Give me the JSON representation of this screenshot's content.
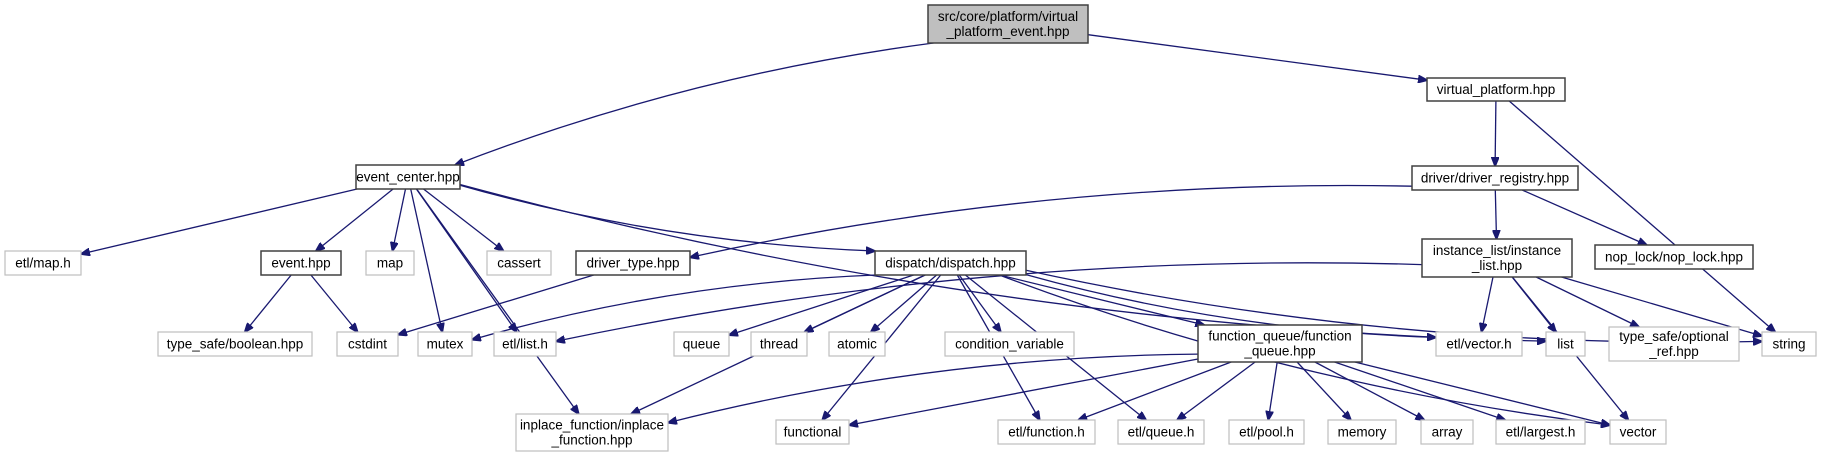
{
  "title": "Include dependency graph for virtual_platform_event.hpp",
  "colors": {
    "edge": "#191970",
    "root_fill": "#bfbfbf",
    "local_border": "#404040",
    "external_border": "#bfbfbf"
  },
  "nodes": [
    {
      "id": "root",
      "kind": "root",
      "lines": [
        "src/core/platform/virtual",
        "_platform_event.hpp"
      ]
    },
    {
      "id": "virtual_platform",
      "kind": "local",
      "lines": [
        "virtual_platform.hpp"
      ]
    },
    {
      "id": "event_center",
      "kind": "local",
      "lines": [
        "event_center.hpp"
      ]
    },
    {
      "id": "driver_registry",
      "kind": "local",
      "lines": [
        "driver/driver_registry.hpp"
      ]
    },
    {
      "id": "etl_map",
      "kind": "external",
      "lines": [
        "etl/map.h"
      ]
    },
    {
      "id": "event",
      "kind": "local",
      "lines": [
        "event.hpp"
      ]
    },
    {
      "id": "map",
      "kind": "external",
      "lines": [
        "map"
      ]
    },
    {
      "id": "cassert",
      "kind": "external",
      "lines": [
        "cassert"
      ]
    },
    {
      "id": "driver_type",
      "kind": "local",
      "lines": [
        "driver_type.hpp"
      ]
    },
    {
      "id": "dispatch",
      "kind": "local",
      "lines": [
        "dispatch/dispatch.hpp"
      ]
    },
    {
      "id": "instance_list",
      "kind": "local",
      "lines": [
        "instance_list/instance",
        "_list.hpp"
      ]
    },
    {
      "id": "nop_lock",
      "kind": "local",
      "lines": [
        "nop_lock/nop_lock.hpp"
      ]
    },
    {
      "id": "boolean",
      "kind": "external",
      "lines": [
        "type_safe/boolean.hpp"
      ]
    },
    {
      "id": "cstdint",
      "kind": "external",
      "lines": [
        "cstdint"
      ]
    },
    {
      "id": "mutex",
      "kind": "external",
      "lines": [
        "mutex"
      ]
    },
    {
      "id": "etl_list",
      "kind": "external",
      "lines": [
        "etl/list.h"
      ]
    },
    {
      "id": "queue",
      "kind": "external",
      "lines": [
        "queue"
      ]
    },
    {
      "id": "thread",
      "kind": "external",
      "lines": [
        "thread"
      ]
    },
    {
      "id": "atomic",
      "kind": "external",
      "lines": [
        "atomic"
      ]
    },
    {
      "id": "condition_variable",
      "kind": "external",
      "lines": [
        "condition_variable"
      ]
    },
    {
      "id": "function_queue",
      "kind": "local",
      "lines": [
        "function_queue/function",
        "_queue.hpp"
      ]
    },
    {
      "id": "etl_vector",
      "kind": "external",
      "lines": [
        "etl/vector.h"
      ]
    },
    {
      "id": "list",
      "kind": "external",
      "lines": [
        "list"
      ]
    },
    {
      "id": "optional_ref",
      "kind": "external",
      "lines": [
        "type_safe/optional",
        "_ref.hpp"
      ]
    },
    {
      "id": "string",
      "kind": "external",
      "lines": [
        "string"
      ]
    },
    {
      "id": "inplace_function",
      "kind": "external",
      "lines": [
        "inplace_function/inplace",
        "_function.hpp"
      ]
    },
    {
      "id": "functional",
      "kind": "external",
      "lines": [
        "functional"
      ]
    },
    {
      "id": "etl_function",
      "kind": "external",
      "lines": [
        "etl/function.h"
      ]
    },
    {
      "id": "etl_queue",
      "kind": "external",
      "lines": [
        "etl/queue.h"
      ]
    },
    {
      "id": "etl_pool",
      "kind": "external",
      "lines": [
        "etl/pool.h"
      ]
    },
    {
      "id": "memory",
      "kind": "external",
      "lines": [
        "memory"
      ]
    },
    {
      "id": "array",
      "kind": "external",
      "lines": [
        "array"
      ]
    },
    {
      "id": "etl_largest",
      "kind": "external",
      "lines": [
        "etl/largest.h"
      ]
    },
    {
      "id": "vector",
      "kind": "external",
      "lines": [
        "vector"
      ]
    }
  ],
  "edges": [
    [
      "root",
      "event_center"
    ],
    [
      "root",
      "virtual_platform"
    ],
    [
      "virtual_platform",
      "driver_registry"
    ],
    [
      "virtual_platform",
      "string"
    ],
    [
      "event_center",
      "etl_map"
    ],
    [
      "event_center",
      "inplace_function"
    ],
    [
      "event_center",
      "event"
    ],
    [
      "event_center",
      "map"
    ],
    [
      "event_center",
      "mutex"
    ],
    [
      "event_center",
      "cassert"
    ],
    [
      "event_center",
      "etl_list"
    ],
    [
      "event_center",
      "dispatch"
    ],
    [
      "event_center",
      "list"
    ],
    [
      "driver_registry",
      "driver_type"
    ],
    [
      "driver_registry",
      "instance_list"
    ],
    [
      "driver_registry",
      "nop_lock"
    ],
    [
      "event",
      "boolean"
    ],
    [
      "event",
      "cstdint"
    ],
    [
      "driver_type",
      "cstdint"
    ],
    [
      "dispatch",
      "mutex"
    ],
    [
      "dispatch",
      "inplace_function"
    ],
    [
      "dispatch",
      "functional"
    ],
    [
      "dispatch",
      "queue"
    ],
    [
      "dispatch",
      "thread"
    ],
    [
      "dispatch",
      "atomic"
    ],
    [
      "dispatch",
      "condition_variable"
    ],
    [
      "dispatch",
      "function_queue"
    ],
    [
      "dispatch",
      "etl_function"
    ],
    [
      "dispatch",
      "etl_queue"
    ],
    [
      "dispatch",
      "etl_vector"
    ],
    [
      "dispatch",
      "vector"
    ],
    [
      "dispatch",
      "string"
    ],
    [
      "instance_list",
      "etl_list"
    ],
    [
      "instance_list",
      "etl_vector"
    ],
    [
      "instance_list",
      "list"
    ],
    [
      "instance_list",
      "optional_ref"
    ],
    [
      "instance_list",
      "string"
    ],
    [
      "instance_list",
      "vector"
    ],
    [
      "function_queue",
      "inplace_function"
    ],
    [
      "function_queue",
      "functional"
    ],
    [
      "function_queue",
      "etl_function"
    ],
    [
      "function_queue",
      "etl_queue"
    ],
    [
      "function_queue",
      "etl_pool"
    ],
    [
      "function_queue",
      "memory"
    ],
    [
      "function_queue",
      "array"
    ],
    [
      "function_queue",
      "etl_largest"
    ],
    [
      "function_queue",
      "vector"
    ]
  ]
}
